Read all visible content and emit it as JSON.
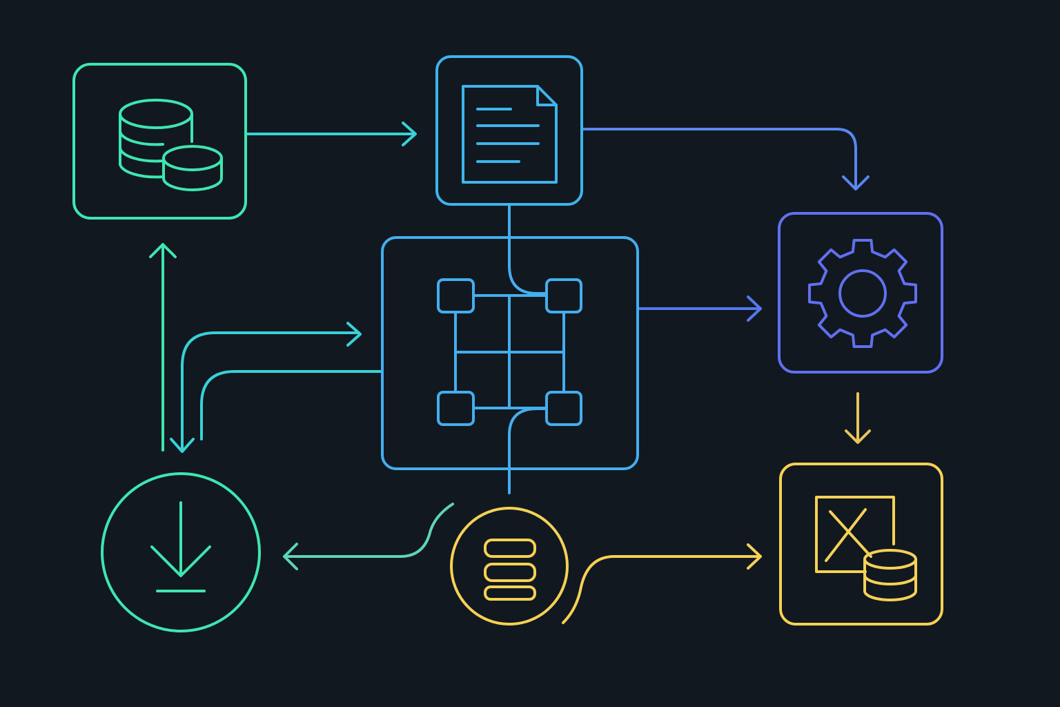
{
  "diagram": {
    "background": "#111820",
    "colors": {
      "green": "#3EE6B0",
      "teal": "#38D2D6",
      "cyan": "#3EB4EC",
      "sky": "#44AEEE",
      "indigo": "#6170F0",
      "violet": "#6269EE",
      "yellow": "#F6D155"
    },
    "nodes": [
      {
        "id": "databases",
        "icon": "database-stack-icon",
        "shape": "rounded-square",
        "color": "green"
      },
      {
        "id": "document",
        "icon": "document-icon",
        "shape": "rounded-square",
        "color": "cyan"
      },
      {
        "id": "network-hub",
        "icon": "network-grid-icon",
        "shape": "rounded-square",
        "color": "sky"
      },
      {
        "id": "processing",
        "icon": "gear-icon",
        "shape": "rounded-square",
        "color": "indigo"
      },
      {
        "id": "download",
        "icon": "download-icon",
        "shape": "circle",
        "color": "green"
      },
      {
        "id": "storage",
        "icon": "server-stack-icon",
        "shape": "circle",
        "color": "yellow"
      },
      {
        "id": "output",
        "icon": "data-export-icon",
        "shape": "rounded-square",
        "color": "yellow"
      }
    ],
    "edges": [
      {
        "from": "databases",
        "to": "document"
      },
      {
        "from": "document",
        "to": "processing"
      },
      {
        "from": "document",
        "to": "network-hub"
      },
      {
        "from": "network-hub",
        "to": "processing"
      },
      {
        "from": "processing",
        "to": "output"
      },
      {
        "from": "download",
        "to": "databases"
      },
      {
        "from": "download",
        "to": "network-hub"
      },
      {
        "from": "network-hub",
        "to": "download"
      },
      {
        "from": "network-hub",
        "to": "storage"
      },
      {
        "from": "storage",
        "to": "download"
      },
      {
        "from": "storage",
        "to": "output"
      }
    ]
  }
}
